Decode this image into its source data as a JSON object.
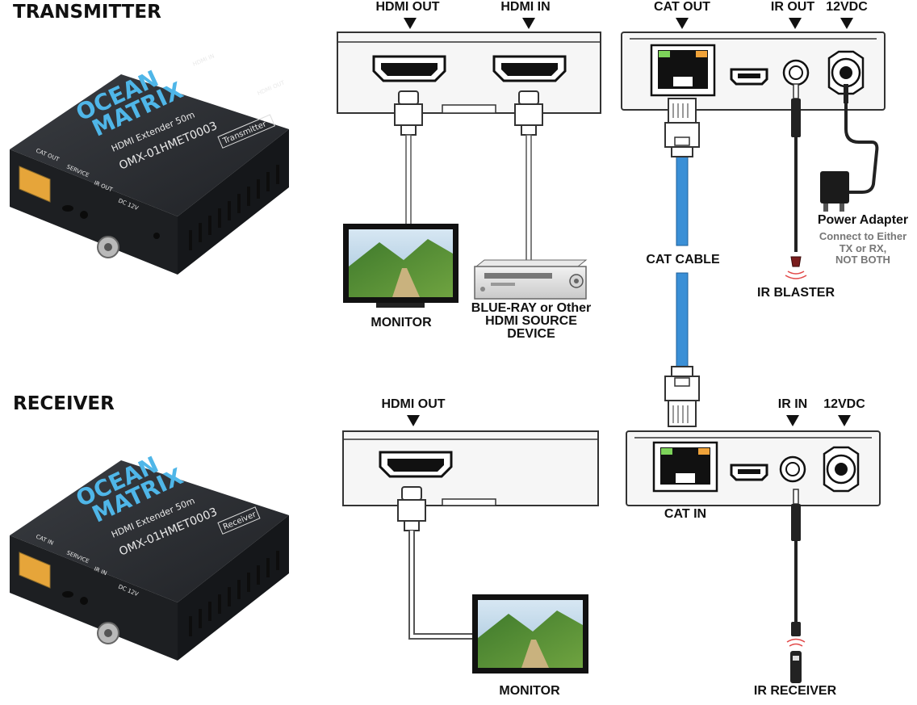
{
  "sections": {
    "transmitter_title": "TRANSMITTER",
    "receiver_title": "RECEIVER"
  },
  "transmitter": {
    "hdmi_out": "HDMI OUT",
    "hdmi_in": "HDMI IN",
    "cat_out": "CAT OUT",
    "ir_out": "IR OUT",
    "power_12vdc": "12VDC",
    "monitor": "MONITOR",
    "source_line1": "BLUE-RAY or Other",
    "source_line2": "HDMI SOURCE",
    "source_line3": "DEVICE",
    "cat_cable": "CAT CABLE",
    "ir_blaster": "IR BLASTER",
    "power_adapter": "Power Adapter",
    "power_note_line1": "Connect to Either",
    "power_note_line2": "TX or RX,",
    "power_note_line3": "NOT BOTH"
  },
  "receiver": {
    "hdmi_out": "HDMI OUT",
    "ir_in": "IR IN",
    "power_12vdc": "12VDC",
    "cat_in": "CAT IN",
    "monitor": "MONITOR",
    "ir_receiver": "IR RECEIVER"
  },
  "device_photo": {
    "brand_line1": "OCEAN",
    "brand_line2": "MATRIX",
    "product": "HDMI Extender 50m",
    "model": "OMX-01HMET0003",
    "tx_badge": "Transmitter",
    "rx_badge": "Receiver",
    "port_cat_out": "CAT OUT",
    "port_cat_in": "CAT IN",
    "port_service": "SERVICE",
    "port_ir_out": "IR OUT",
    "port_ir_in": "IR IN",
    "port_dc": "DC 12V",
    "side_hdmi_in": "HDMI IN",
    "side_hdmi_out": "HDMI OUT"
  },
  "colors": {
    "cat_cable": "#3a8fd6",
    "device_body": "#2b2d31",
    "logo_blue": "#4fb6e8",
    "rj45_gold": "#e6a53a",
    "led_green": "#7dd35a",
    "led_amber": "#f0a33a"
  }
}
